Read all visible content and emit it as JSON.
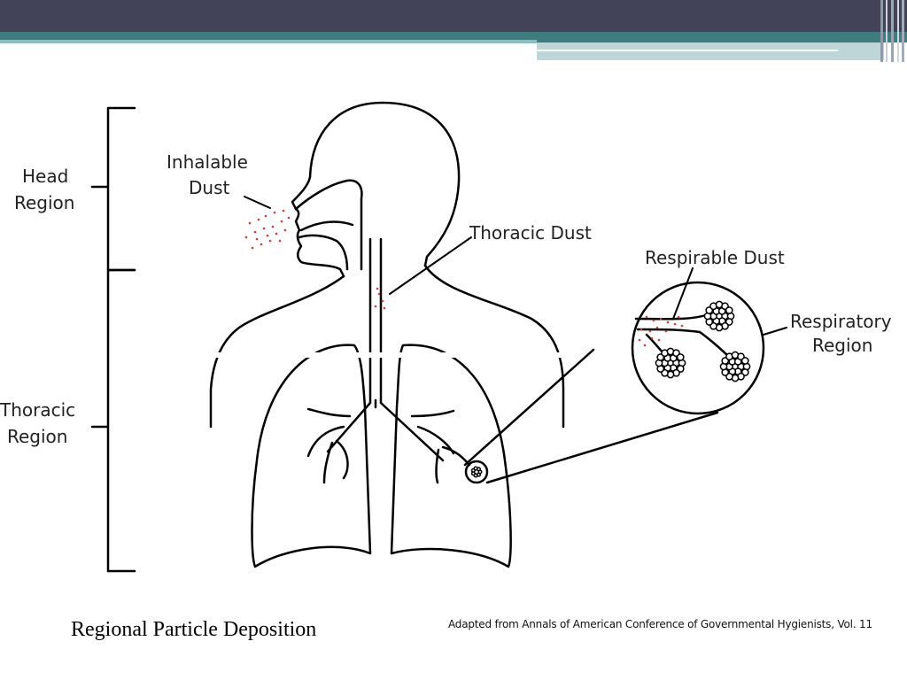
{
  "colors": {
    "header_dark": "#424359",
    "header_teal": "#3f7c80",
    "particles": "#d23a3a",
    "line": "#000000"
  },
  "labels": {
    "head_region_line1": "Head",
    "head_region_line2": "Region",
    "thoracic_region_line1": "Thoracic",
    "thoracic_region_line2": "Region",
    "inhalable_line1": "Inhalable",
    "inhalable_line2": "Dust",
    "thoracic_dust": "Thoracic Dust",
    "respirable_dust": "Respirable Dust",
    "respiratory_line1": "Respiratory",
    "respiratory_line2": "Region"
  },
  "caption": "Regional Particle Deposition",
  "attribution": "Adapted from Annals of American Conference of Governmental Hygienists, Vol. 11"
}
